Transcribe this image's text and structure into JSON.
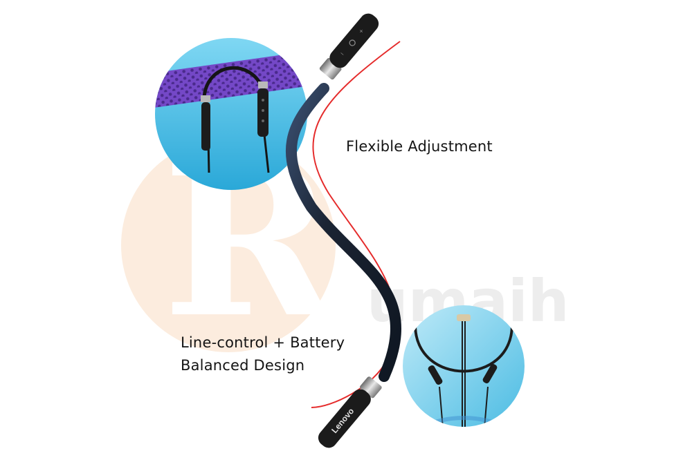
{
  "watermark": {
    "letter": "R",
    "text": "umaih",
    "color": "#f4b06a"
  },
  "product": {
    "brand_label": "Lenovo",
    "accent_color": "#e52b2b",
    "cable_color": "#1b2433"
  },
  "captions": {
    "flexible": "Flexible Adjustment",
    "line_control_1": "Line-control + Battery",
    "line_control_2": "Balanced Design"
  },
  "icons": {
    "remote_buttons": [
      "minus-icon",
      "power-icon",
      "plus-icon"
    ]
  }
}
